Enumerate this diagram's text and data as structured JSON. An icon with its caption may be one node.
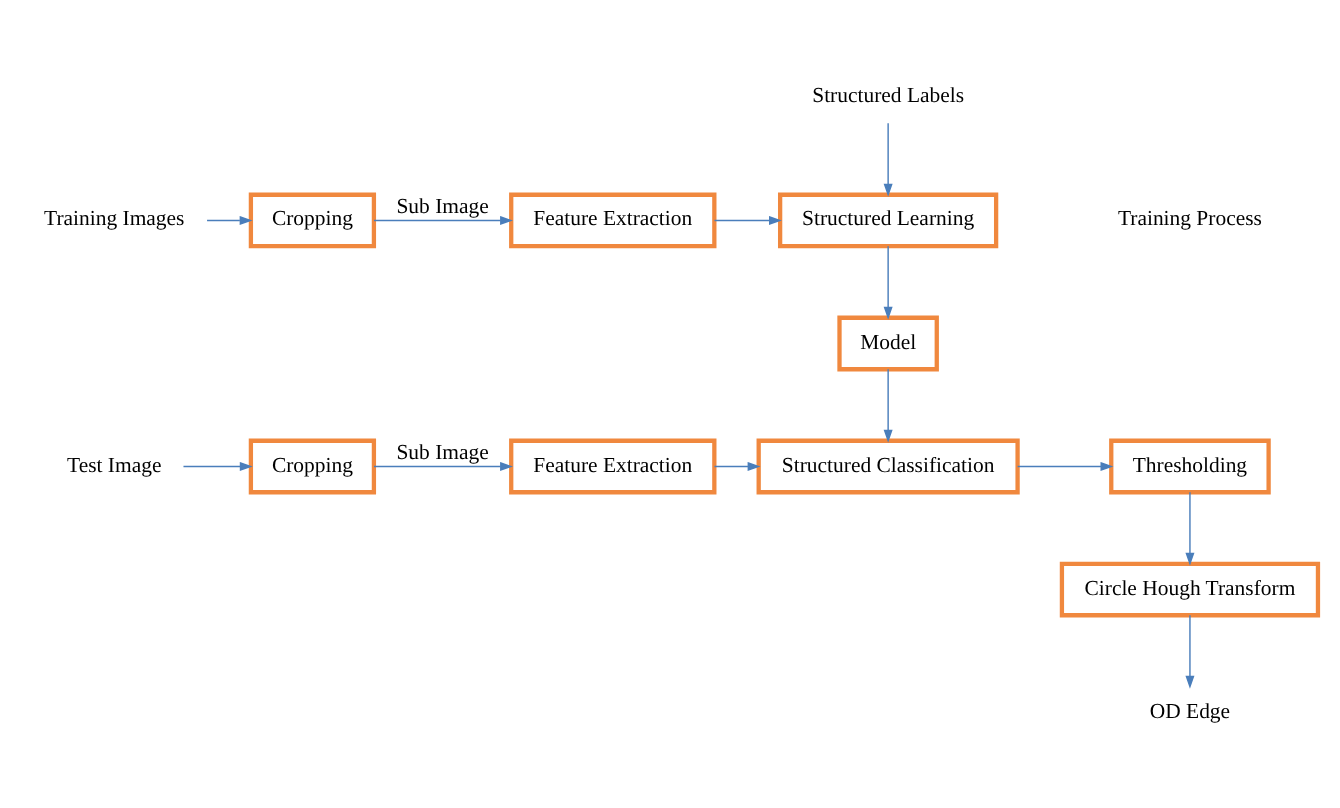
{
  "diagram": {
    "nodes": [
      {
        "text": [
          "Training Images"
        ]
      },
      {
        "text": [
          "Cropping"
        ]
      },
      {
        "text": [
          "Feature Extraction"
        ]
      },
      {
        "text": [
          "Structured Learning"
        ]
      },
      {
        "text": [
          "Structured Labels"
        ]
      },
      {
        "text": [
          "Model"
        ]
      },
      {
        "text": [
          "Test Image"
        ]
      },
      {
        "text": [
          "Cropping"
        ]
      },
      {
        "text": [
          "Feature Extraction"
        ]
      },
      {
        "text": [
          "Structured Classification"
        ]
      },
      {
        "text": [
          "Thresholding"
        ]
      },
      {
        "text": [
          "Circle Hough Transform"
        ]
      },
      {
        "text": [
          "OD Edge"
        ]
      }
    ],
    "edges": [
      {
        "from": 0,
        "to": 1,
        "arrow": "to"
      },
      {
        "from": 1,
        "to": 2,
        "arrow": "to",
        "label": "Sub Image"
      },
      {
        "from": 2,
        "to": 3,
        "arrow": "to"
      },
      {
        "from": 4,
        "to": 3,
        "arrow": "to"
      },
      {
        "from": 3,
        "to": 5,
        "arrow": "to"
      },
      {
        "from": 5,
        "to": 9,
        "arrow": "to"
      },
      {
        "from": 6,
        "to": 7,
        "arrow": "to"
      },
      {
        "from": 7,
        "to": 8,
        "arrow": "to",
        "label": "Sub Image"
      },
      {
        "from": 8,
        "to": 9,
        "arrow": "to"
      },
      {
        "from": 9,
        "to": 10,
        "arrow": "to"
      },
      {
        "from": 10,
        "to": 11,
        "arrow": "to"
      },
      {
        "from": 11,
        "to": 12,
        "arrow": "to"
      }
    ],
    "labels": [
      "Training Process"
    ]
  }
}
